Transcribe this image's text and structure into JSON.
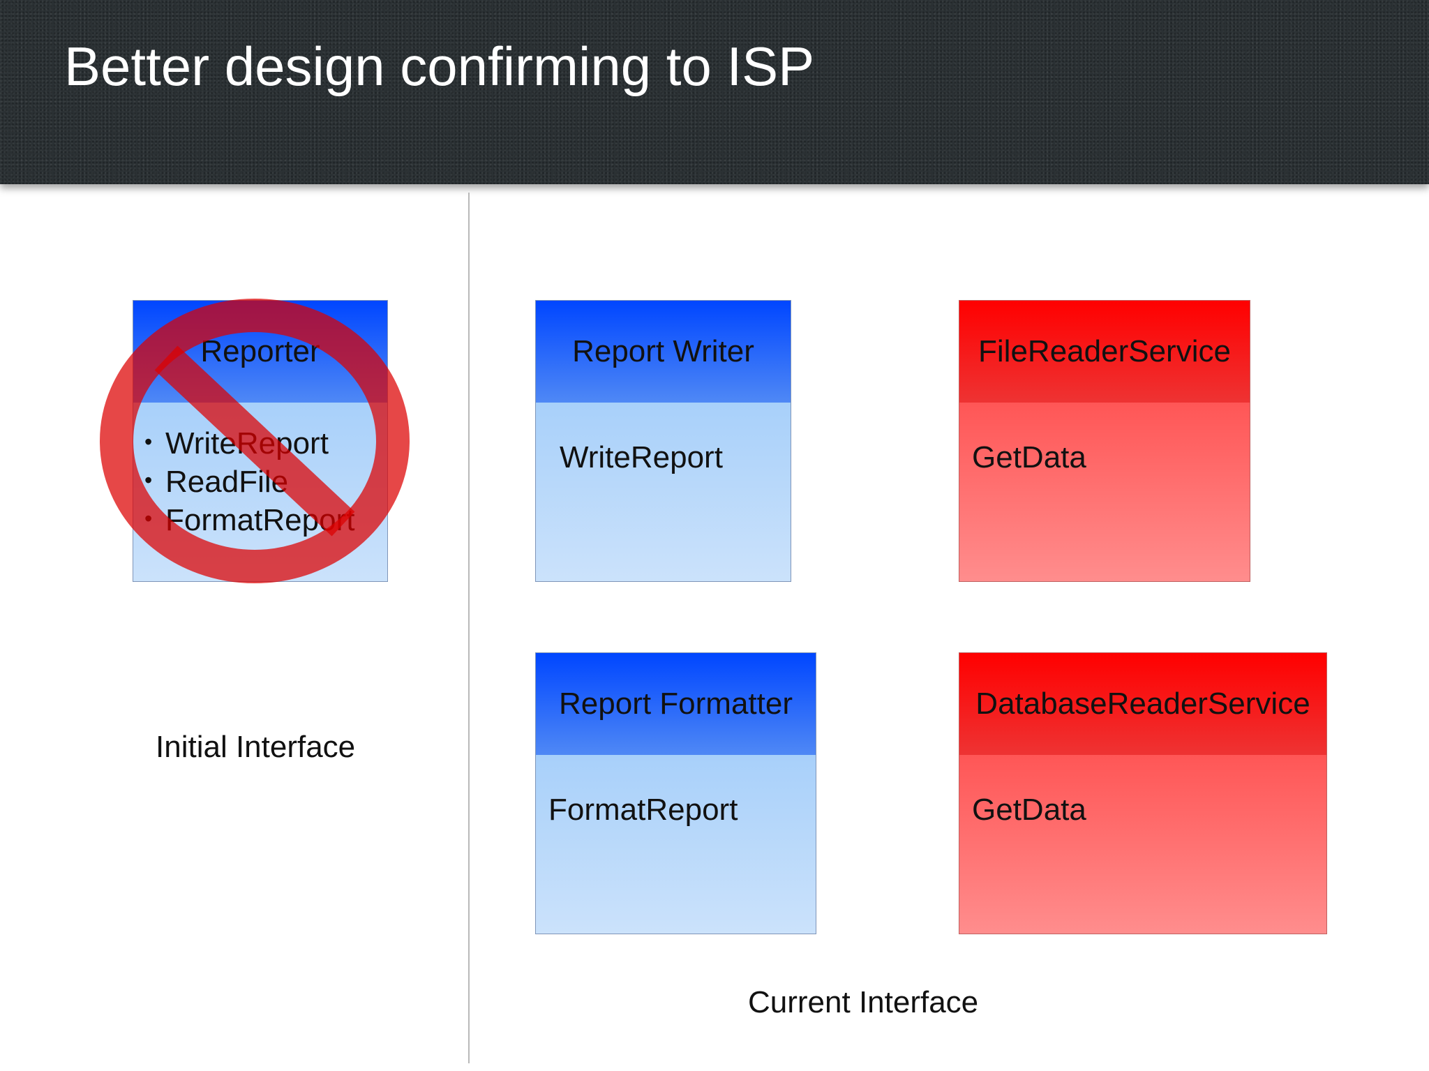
{
  "slide": {
    "title": "Better design confirming to ISP"
  },
  "initial": {
    "interface_name": "Reporter",
    "methods": [
      "WriteReport",
      "ReadFile",
      "FormatReport"
    ],
    "caption": "Initial Interface",
    "prohibited_icon": "no-entry-icon"
  },
  "current": {
    "report_writer": {
      "name": "Report Writer",
      "method": "WriteReport"
    },
    "report_formatter": {
      "name": "Report Formatter",
      "method": "FormatReport"
    },
    "file_reader_service": {
      "name": "FileReaderService",
      "method": "GetData"
    },
    "database_reader_service": {
      "name": "DatabaseReaderService",
      "method": "GetData"
    },
    "caption": "Current Interface"
  },
  "colors": {
    "header_bg": "#2b3134",
    "blue_head": "#0046ff",
    "blue_body": "#a8d0fa",
    "red_head": "#ff0000",
    "red_body": "#ff5656",
    "no_sign": "#dd0000"
  }
}
